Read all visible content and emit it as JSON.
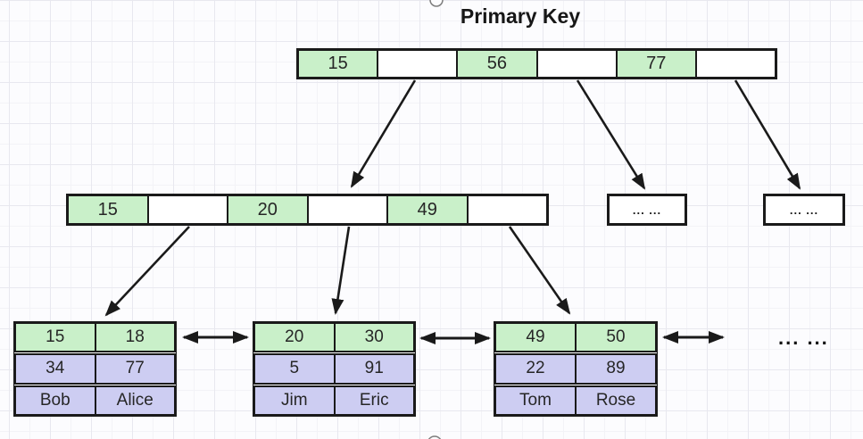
{
  "title": "Primary Key",
  "colors": {
    "key_cell_green": "#c9f0c9",
    "data_cell_purple": "#cdcdf2",
    "border_black": "#1a1a1a",
    "text_dark": "#262626"
  },
  "root_node": {
    "cells": [
      {
        "value": "15"
      },
      {
        "value": ""
      },
      {
        "value": "56"
      },
      {
        "value": ""
      },
      {
        "value": "77"
      },
      {
        "value": ""
      }
    ]
  },
  "internal_node": {
    "cells": [
      {
        "value": "15"
      },
      {
        "value": ""
      },
      {
        "value": "20"
      },
      {
        "value": ""
      },
      {
        "value": "49"
      },
      {
        "value": ""
      }
    ]
  },
  "ellipsis_boxes": [
    {
      "label": "... ..."
    },
    {
      "label": "... ..."
    }
  ],
  "leaf_tables": [
    {
      "rows": [
        [
          "15",
          "18"
        ],
        [
          "34",
          "77"
        ],
        [
          "Bob",
          "Alice"
        ]
      ]
    },
    {
      "rows": [
        [
          "20",
          "30"
        ],
        [
          "5",
          "91"
        ],
        [
          "Jim",
          "Eric"
        ]
      ]
    },
    {
      "rows": [
        [
          "49",
          "50"
        ],
        [
          "22",
          "89"
        ],
        [
          "Tom",
          "Rose"
        ]
      ]
    }
  ],
  "leaf_ellipsis": "... ..."
}
